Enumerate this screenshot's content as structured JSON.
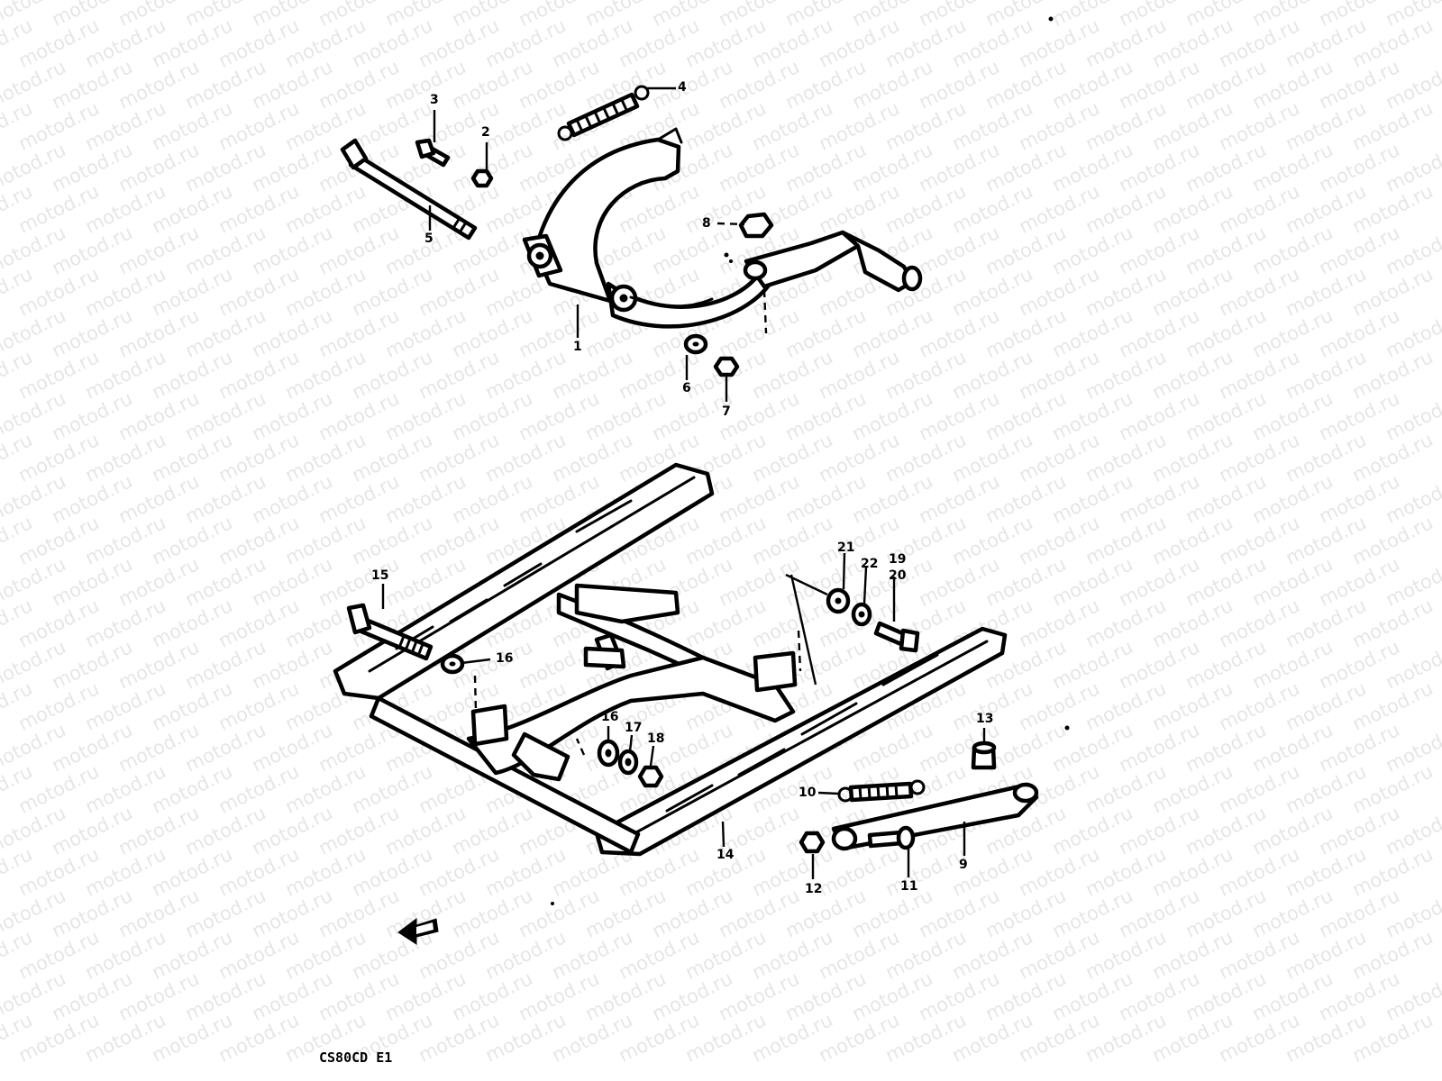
{
  "watermark": {
    "text": "motod.ru"
  },
  "diagram": {
    "callouts": [
      "1",
      "2",
      "3",
      "4",
      "5",
      "6",
      "7",
      "8",
      "9",
      "10",
      "11",
      "12",
      "13",
      "14",
      "15",
      "16",
      "16",
      "17",
      "18",
      "19",
      "20",
      "21",
      "22"
    ],
    "model_code": "CS80CD E1"
  },
  "icons": {
    "direction_arrow": "left-arrow-icon"
  }
}
